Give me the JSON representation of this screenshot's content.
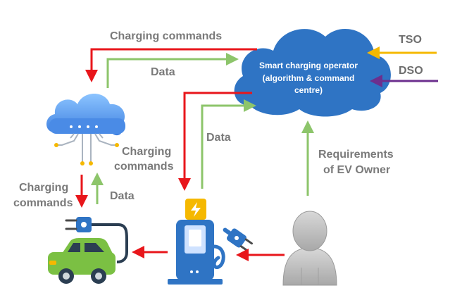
{
  "labels": {
    "charging_commands_top": "Charging commands",
    "data_top": "Data",
    "data_mid": "Data",
    "charging_commands_mid_1": "Charging",
    "charging_commands_mid_2": "commands",
    "charging_commands_left_1": "Charging",
    "charging_commands_left_2": "commands",
    "data_left": "Data",
    "requirements_1": "Requirements",
    "requirements_2": "of EV Owner"
  },
  "operator": {
    "line1": "Smart charging operator",
    "line2": "(algorithm & command",
    "line3": "centre)"
  },
  "grid": {
    "tso": "TSO",
    "dso": "DSO"
  },
  "colors": {
    "command_arrow": "#e8161b",
    "data_arrow": "#8dc56b",
    "tso_arrow": "#f5b800",
    "dso_arrow": "#6c2f8e",
    "operator_cloud": "#2f74c4",
    "car_body": "#7bc043"
  },
  "icons": [
    "operator-cloud-icon",
    "cloud-network-icon",
    "charging-station-icon",
    "electric-car-icon",
    "plug-icon",
    "person-icon",
    "lightning-icon"
  ]
}
